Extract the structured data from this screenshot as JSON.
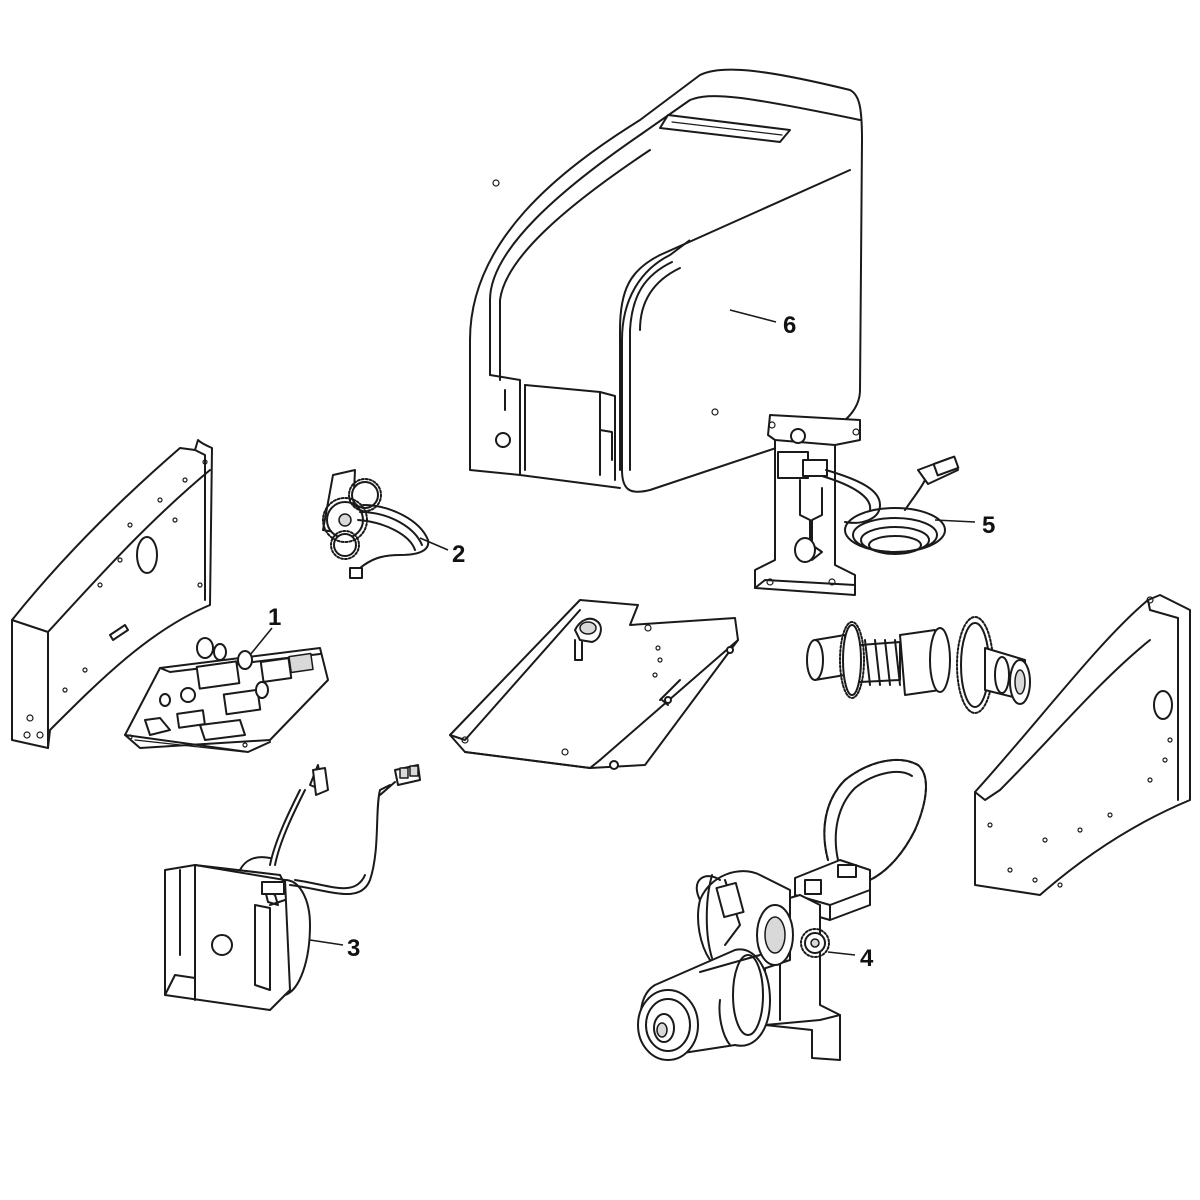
{
  "callouts": [
    {
      "id": "1",
      "label": "1"
    },
    {
      "id": "2",
      "label": "2"
    },
    {
      "id": "3",
      "label": "3"
    },
    {
      "id": "4",
      "label": "4"
    },
    {
      "id": "5",
      "label": "5"
    },
    {
      "id": "6",
      "label": "6"
    }
  ],
  "colors": {
    "line": "#1a1a1a",
    "background": "#ffffff",
    "shade": "#d9d9d9"
  },
  "icons": [
    "cover-part",
    "control-board-part",
    "limit-switch-gear-part",
    "transformer-part",
    "gear-motor-part",
    "light-socket-part",
    "side-plate-left",
    "side-plate-right",
    "base-plate-part",
    "sprocket-shaft-part",
    "chain-part"
  ]
}
